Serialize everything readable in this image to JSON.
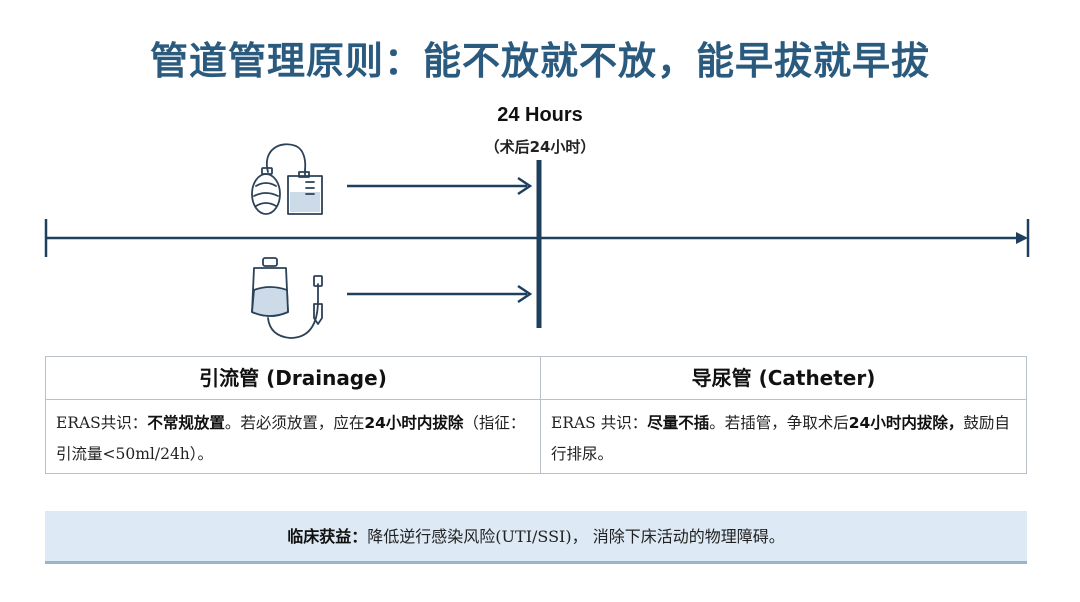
{
  "title": "管道管理原则：能不放就不放，能早拔就早拔",
  "marker": {
    "label": "24 Hours",
    "sublabel": "（术后24小时）"
  },
  "icons": [
    "drainage-bulb-icon",
    "catheter-bag-icon"
  ],
  "colors": {
    "title": "#2a5a7e",
    "timeline": "#1e3f5e",
    "benefit_bg": "#dde9f4"
  },
  "table": {
    "left": {
      "header": "引流管 (Drainage)",
      "prefix": "ERAS共识：",
      "bold1": "不常规放置",
      "mid1": "。若必须放置，应在",
      "bold2": "24小时内拔除",
      "tail": "（指征：引流量<50ml/24h）。"
    },
    "right": {
      "header": "导尿管 (Catheter)",
      "prefix": "ERAS 共识：",
      "bold1": "尽量不插",
      "mid1": "。若插管，争取术后",
      "bold2": "24小时内拔除，",
      "tail": "鼓励自行排尿。"
    }
  },
  "benefit": {
    "label": "临床获益：",
    "text": "降低逆行感染风险(UTI/SSI)， 消除下床活动的物理障碍。"
  }
}
